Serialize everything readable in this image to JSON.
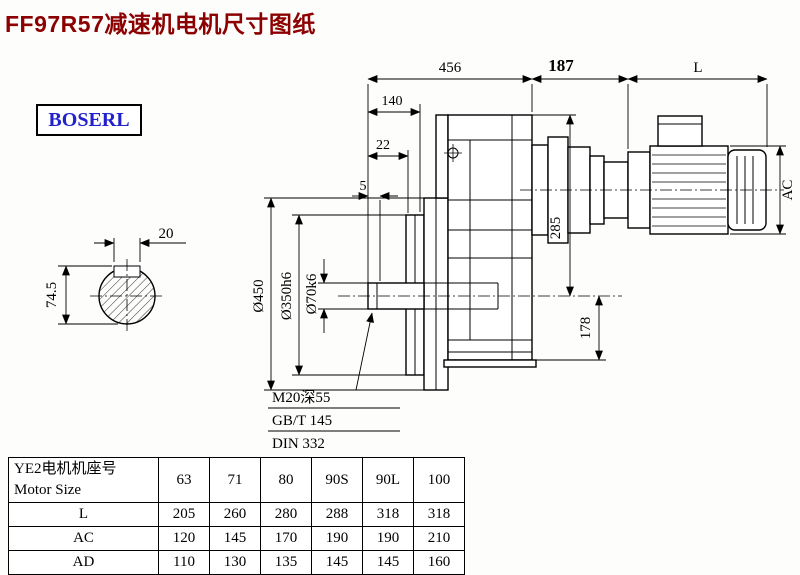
{
  "title": "FF97R57减速机电机尺寸图纸",
  "logo": "BOSERL",
  "drawing": {
    "dim_456": "456",
    "dim_187": "187",
    "dim_L": "L",
    "dim_140": "140",
    "dim_22": "22",
    "dim_5": "5",
    "dim_285": "285",
    "dim_178": "178",
    "dim_AC": "AC",
    "dia_450": "Ø450",
    "dia_350": "Ø350h6",
    "dia_70": "Ø70k6",
    "dim_20": "20",
    "dim_745": "74.5",
    "note_m20": "M20深55",
    "note_gbt": "GB/T 145",
    "note_din": "DIN 332"
  },
  "table": {
    "motor_size_label_cn": "YE2电机机座号",
    "motor_size_label_en": "Motor Size",
    "sizes": [
      "63",
      "71",
      "80",
      "90S",
      "90L",
      "100"
    ],
    "rows": [
      {
        "label": "L",
        "values": [
          "205",
          "260",
          "280",
          "288",
          "318",
          "318"
        ]
      },
      {
        "label": "AC",
        "values": [
          "120",
          "145",
          "170",
          "190",
          "190",
          "210"
        ]
      },
      {
        "label": "AD",
        "values": [
          "110",
          "130",
          "135",
          "145",
          "145",
          "160"
        ]
      }
    ]
  }
}
